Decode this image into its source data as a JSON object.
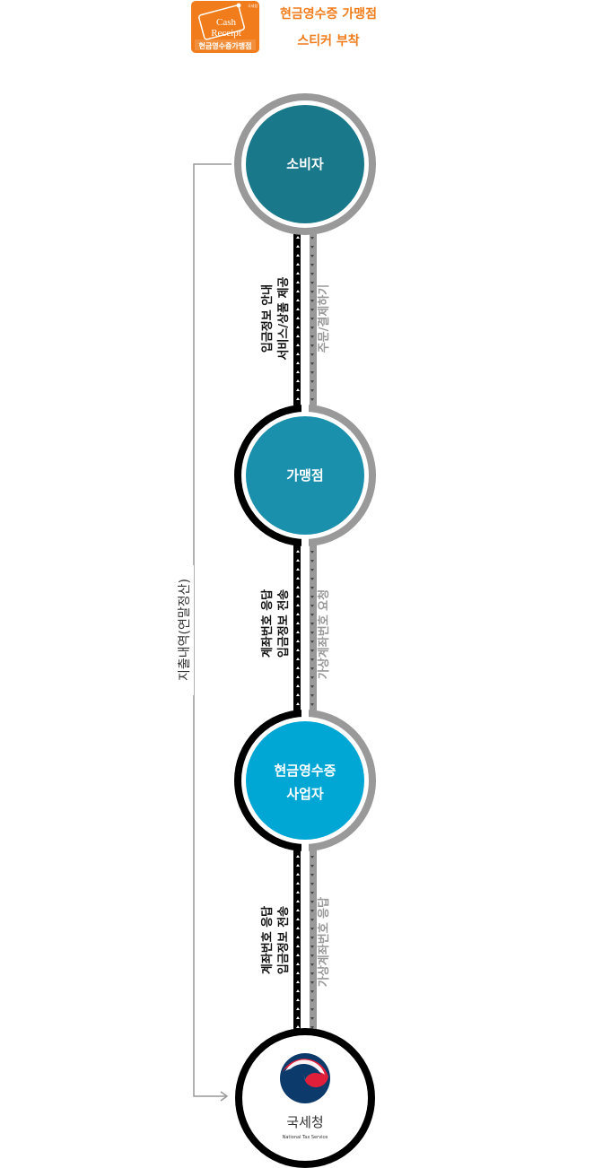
{
  "header": {
    "sticker": {
      "brand_top": "국세청",
      "line1": "Cash",
      "line2": "Receipt",
      "caption": "현금영수증가맹점"
    },
    "title_line1": "현금영수증 가맹점",
    "title_line2": "스티커 부착"
  },
  "nodes": {
    "consumer": "소비자",
    "merchant": "가맹점",
    "operator_line1": "현금영수증",
    "operator_line2": "사업자",
    "nts_name": "국세청",
    "nts_english": "National Tax Service"
  },
  "flows": {
    "seg1_left_line1": "입금정보 안내",
    "seg1_left_line2": "서비스/상품 제공",
    "seg1_right": "주문/결제하기",
    "seg2_left_line1": "계좌번호 응답",
    "seg2_left_line2": "입금정보 전송",
    "seg2_right": "가상계좌번호 요청",
    "seg3_left_line1": "계좌번호 응답",
    "seg3_left_line2": "입금정보 전송",
    "seg3_right": "가상계좌번호 응답",
    "side_label": "지출내역(연말정산)"
  },
  "colors": {
    "orange": "#f07c1b",
    "consumer": "#1a788b",
    "merchant": "#1b90ad",
    "operator": "#00a7d5",
    "gray": "#999999"
  }
}
